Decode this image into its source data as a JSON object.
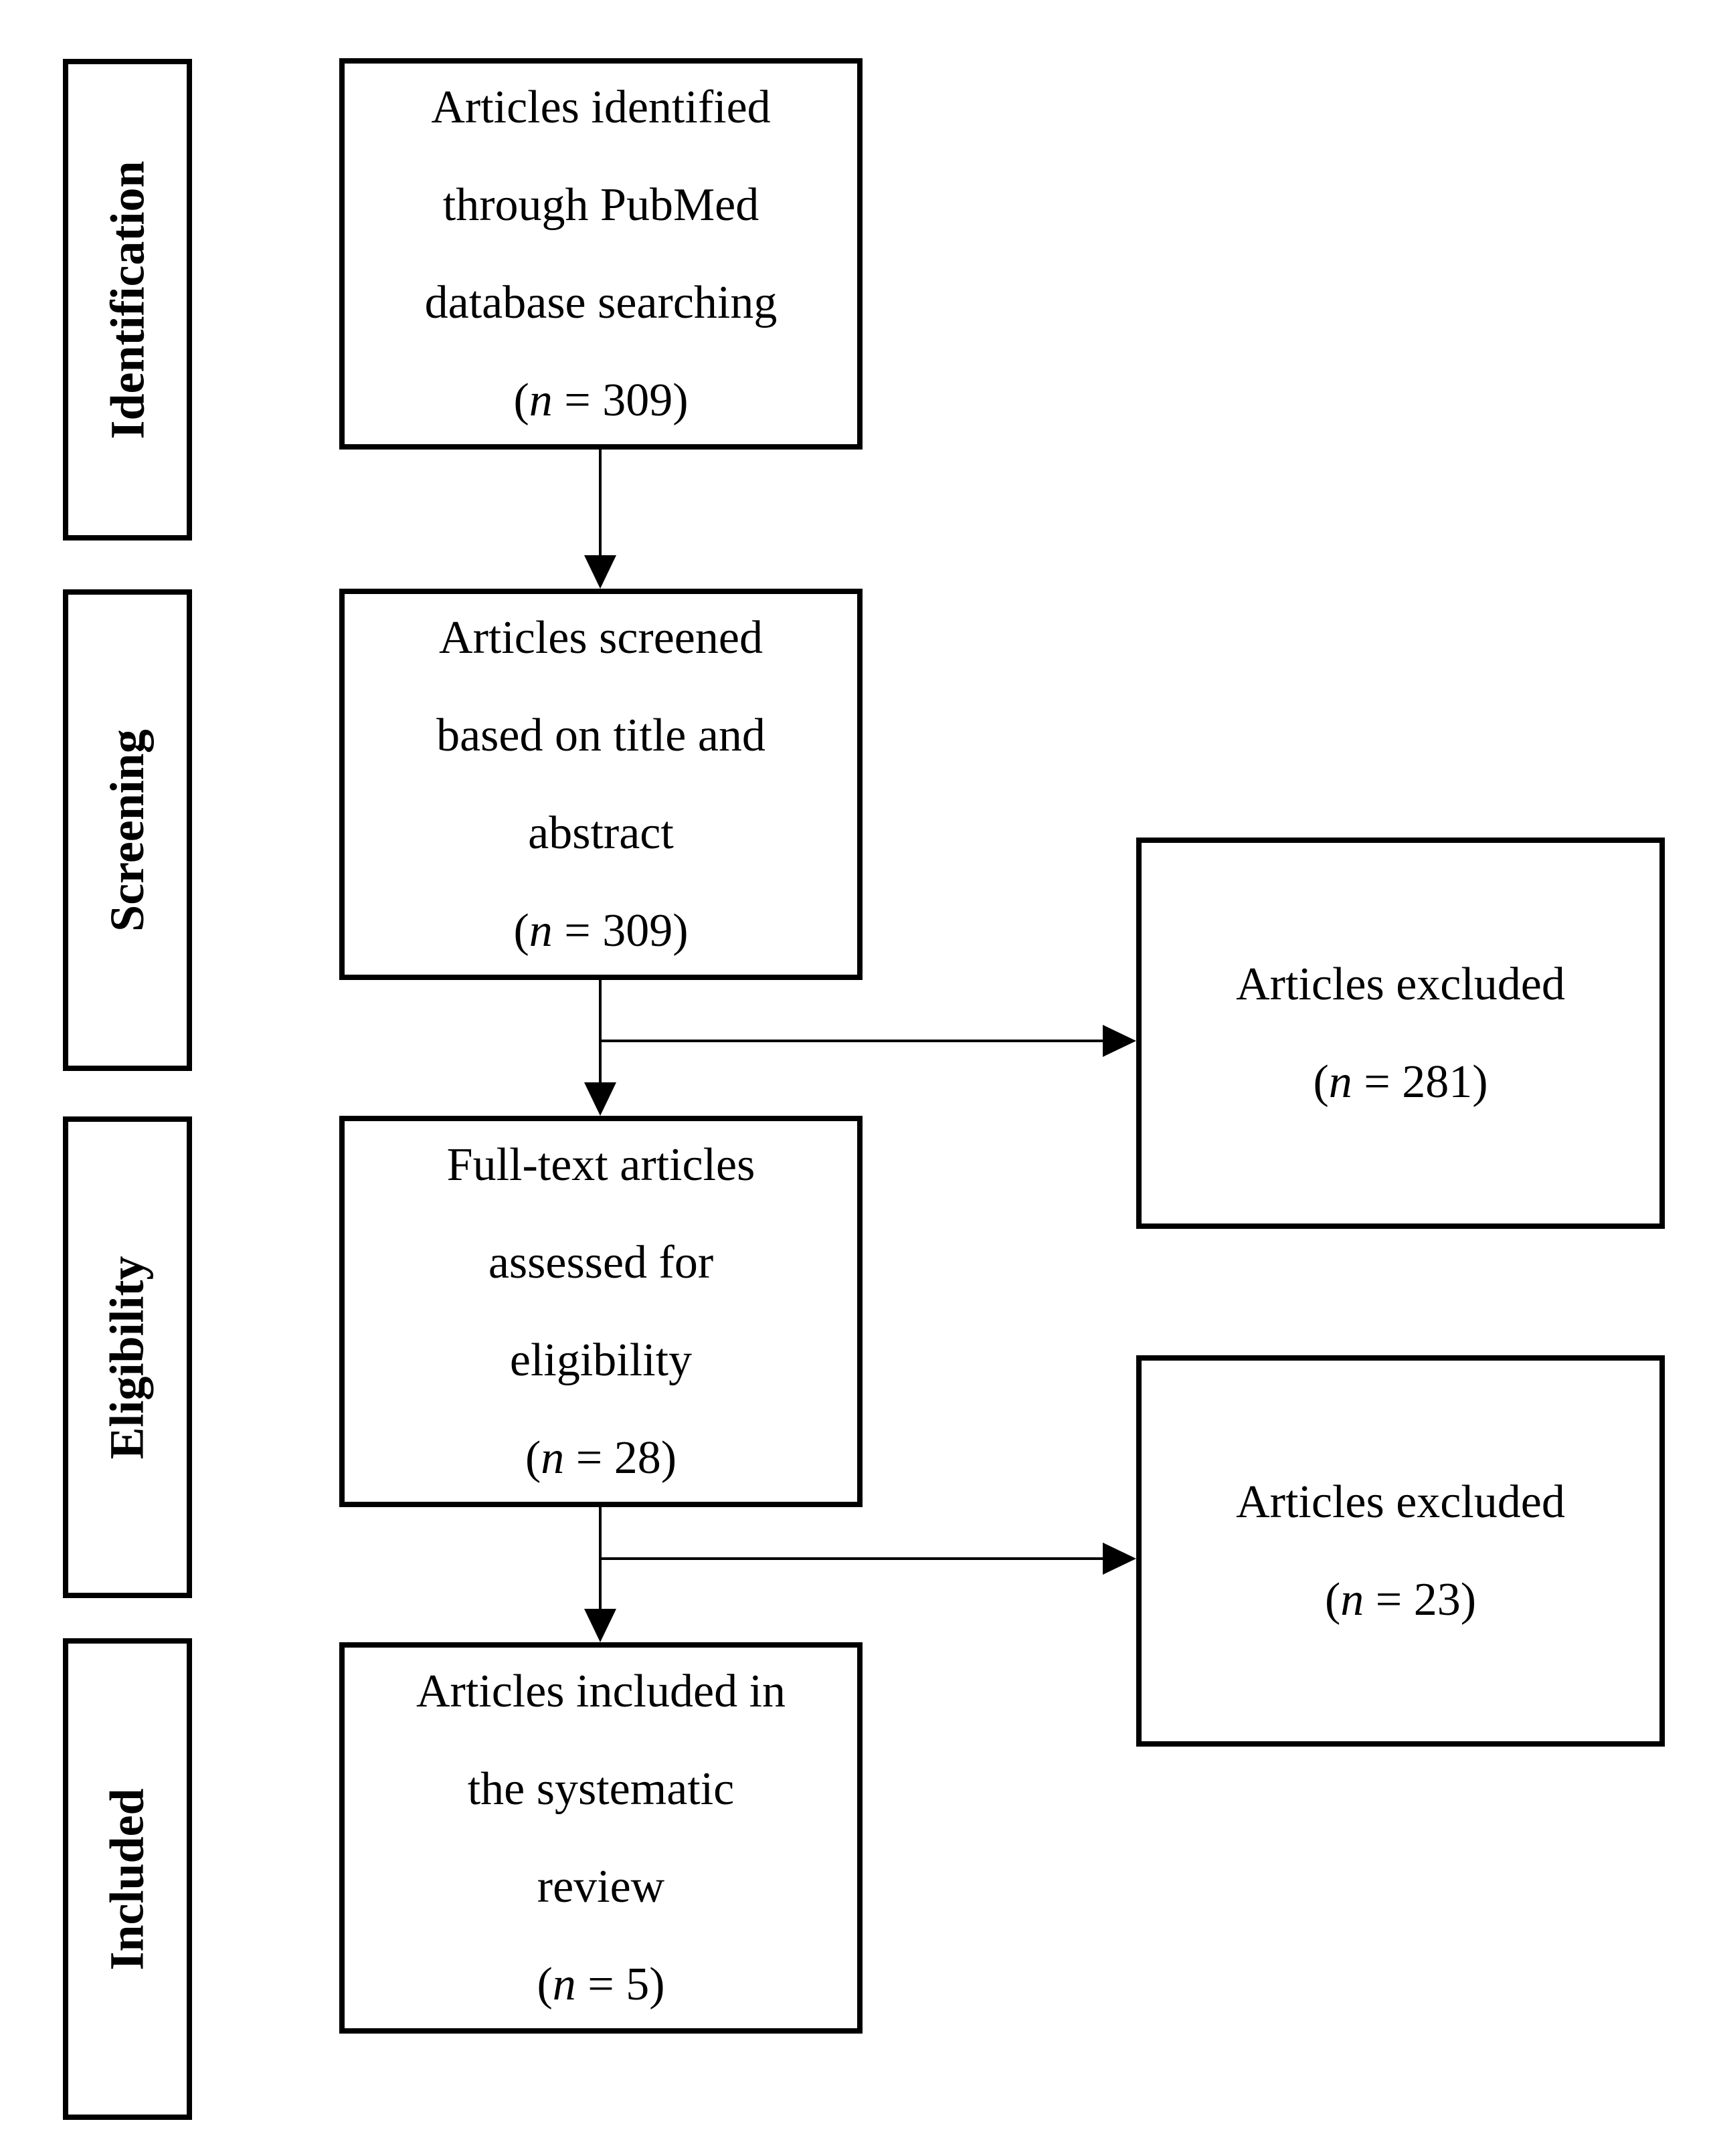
{
  "figure": {
    "type": "prisma-flow-diagram",
    "background": "#ffffff",
    "ink": "#000000"
  },
  "stages": [
    {
      "label": "Identification"
    },
    {
      "label": "Screening"
    },
    {
      "label": "Eligibility"
    },
    {
      "label": "Included"
    }
  ],
  "flow_boxes": [
    {
      "lines": [
        "Articles identified",
        "through PubMed",
        "database searching"
      ],
      "count": {
        "open": "(",
        "symbol": "n",
        "eq": " = ",
        "value": "309",
        "close": ")"
      }
    },
    {
      "lines": [
        "Articles screened",
        "based on title and",
        "abstract"
      ],
      "count": {
        "open": "(",
        "symbol": "n",
        "eq": " = ",
        "value": "309",
        "close": ")"
      }
    },
    {
      "lines": [
        "Full-text articles",
        "assessed for",
        "eligibility"
      ],
      "count": {
        "open": "(",
        "symbol": "n",
        "eq": " = ",
        "value": "28",
        "close": ")"
      }
    },
    {
      "lines": [
        "Articles included in",
        "the systematic",
        "review"
      ],
      "count": {
        "open": "(",
        "symbol": "n",
        "eq": " = ",
        "value": "5",
        "close": ")"
      }
    }
  ],
  "excluded_boxes": [
    {
      "lines": [
        "Articles excluded"
      ],
      "count": {
        "open": "(",
        "symbol": "n",
        "eq": " = ",
        "value": "281",
        "close": ")"
      }
    },
    {
      "lines": [
        "Articles excluded"
      ],
      "count": {
        "open": "(",
        "symbol": "n",
        "eq": " = ",
        "value": "23",
        "close": ")"
      }
    }
  ]
}
